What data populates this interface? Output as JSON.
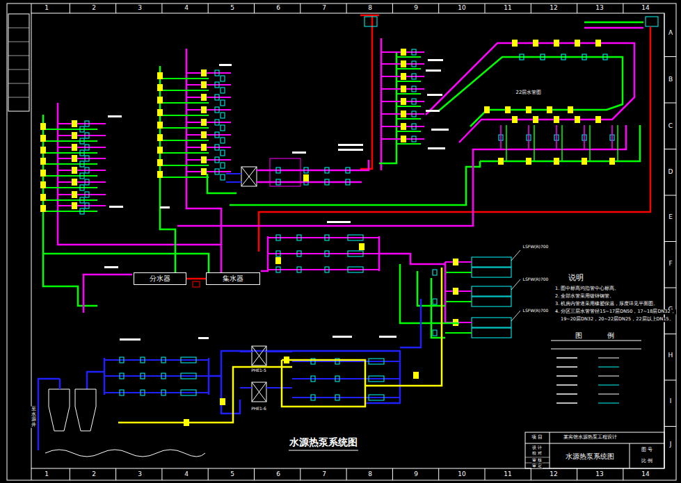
{
  "diagram": {
    "title": "水源热泵系统图",
    "nodes": [
      {
        "text": [
          "分水器"
        ]
      },
      {
        "text": [
          "集水器"
        ]
      }
    ],
    "edges": [
      {
        "from": 0,
        "to": 1,
        "arrow": "none"
      }
    ],
    "labels": [
      "1",
      "2",
      "3",
      "4",
      "5",
      "6",
      "7",
      "8",
      "9",
      "10",
      "11",
      "12",
      "13",
      "14",
      "1",
      "2",
      "3",
      "4",
      "5",
      "6",
      "7",
      "8",
      "9",
      "10",
      "11",
      "12",
      "13",
      "14",
      "A",
      "B",
      "C",
      "D",
      "E",
      "F",
      "G",
      "H",
      "I",
      "J",
      "22层水管图",
      "PHE1-5",
      "PHE1-6",
      "LSFW(R)700",
      "LSFW(R)700",
      "LSFW(R)700",
      "至水源井",
      "说明",
      "1. 图中标高均指管中心标高。",
      "2. 全部水管采用镀锌钢管。",
      "3. 机房内管道采用橡塑保温，厚度详见平面图。",
      "4. 分区三层水管管径15~17层DN50，17~18层DN32，",
      "19~20层DN32，20~22层DN25，22层以上DN15。",
      "图",
      "例",
      "项 目",
      "某宾馆水源热泵工程设计",
      "水源热泵系统图",
      "设 计",
      "校 对",
      "审 核",
      "审 定",
      "图 号",
      "比 例"
    ]
  }
}
